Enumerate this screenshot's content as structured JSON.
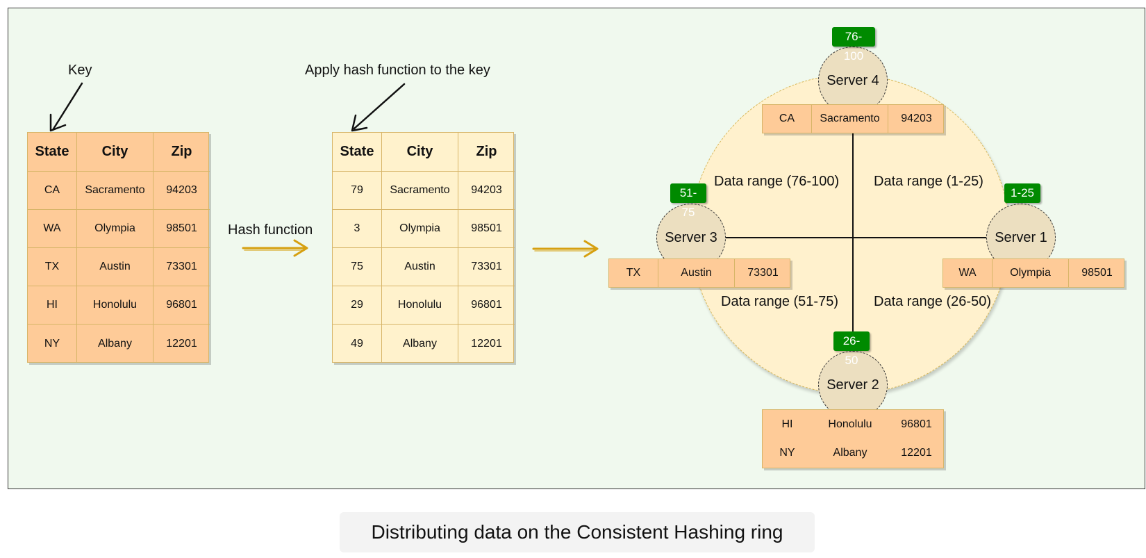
{
  "annotations": {
    "key": "Key",
    "apply_hash": "Apply hash function to the key",
    "hash_function": "Hash function"
  },
  "table_original": {
    "headers": [
      "State",
      "City",
      "Zip"
    ],
    "rows": [
      [
        "CA",
        "Sacramento",
        "94203"
      ],
      [
        "WA",
        "Olympia",
        "98501"
      ],
      [
        "TX",
        "Austin",
        "73301"
      ],
      [
        "HI",
        "Honolulu",
        "96801"
      ],
      [
        "NY",
        "Albany",
        "12201"
      ]
    ]
  },
  "table_hashed": {
    "headers": [
      "State",
      "City",
      "Zip"
    ],
    "rows": [
      [
        "79",
        "Sacramento",
        "94203"
      ],
      [
        "3",
        "Olympia",
        "98501"
      ],
      [
        "75",
        "Austin",
        "73301"
      ],
      [
        "29",
        "Honolulu",
        "96801"
      ],
      [
        "49",
        "Albany",
        "12201"
      ]
    ]
  },
  "ring": {
    "servers": {
      "s1": {
        "name": "Server 1",
        "badge": "1-25"
      },
      "s2": {
        "name": "Server 2",
        "badge": "26-50"
      },
      "s3": {
        "name": "Server 3",
        "badge": "51-75"
      },
      "s4": {
        "name": "Server 4",
        "badge": "76-100"
      }
    },
    "ranges": {
      "top_left": "Data range (76-100)",
      "top_right": "Data range (1-25)",
      "bottom_left": "Data range (51-75)",
      "bottom_right": "Data range (26-50)"
    },
    "server_data": {
      "s4": [
        [
          "CA",
          "Sacramento",
          "94203"
        ]
      ],
      "s3": [
        [
          "TX",
          "Austin",
          "73301"
        ]
      ],
      "s1": [
        [
          "WA",
          "Olympia",
          "98501"
        ]
      ],
      "s2": [
        [
          "HI",
          "Honolulu",
          "96801"
        ],
        [
          "NY",
          "Albany",
          "12201"
        ]
      ]
    }
  },
  "caption": "Distributing data on the Consistent Hashing ring",
  "colors": {
    "frame_bg": "#f0f9ee",
    "orange": "#fecb98",
    "cream": "#fff2cc",
    "badge_green": "#008a00",
    "arrow_gold": "#d6a010"
  }
}
